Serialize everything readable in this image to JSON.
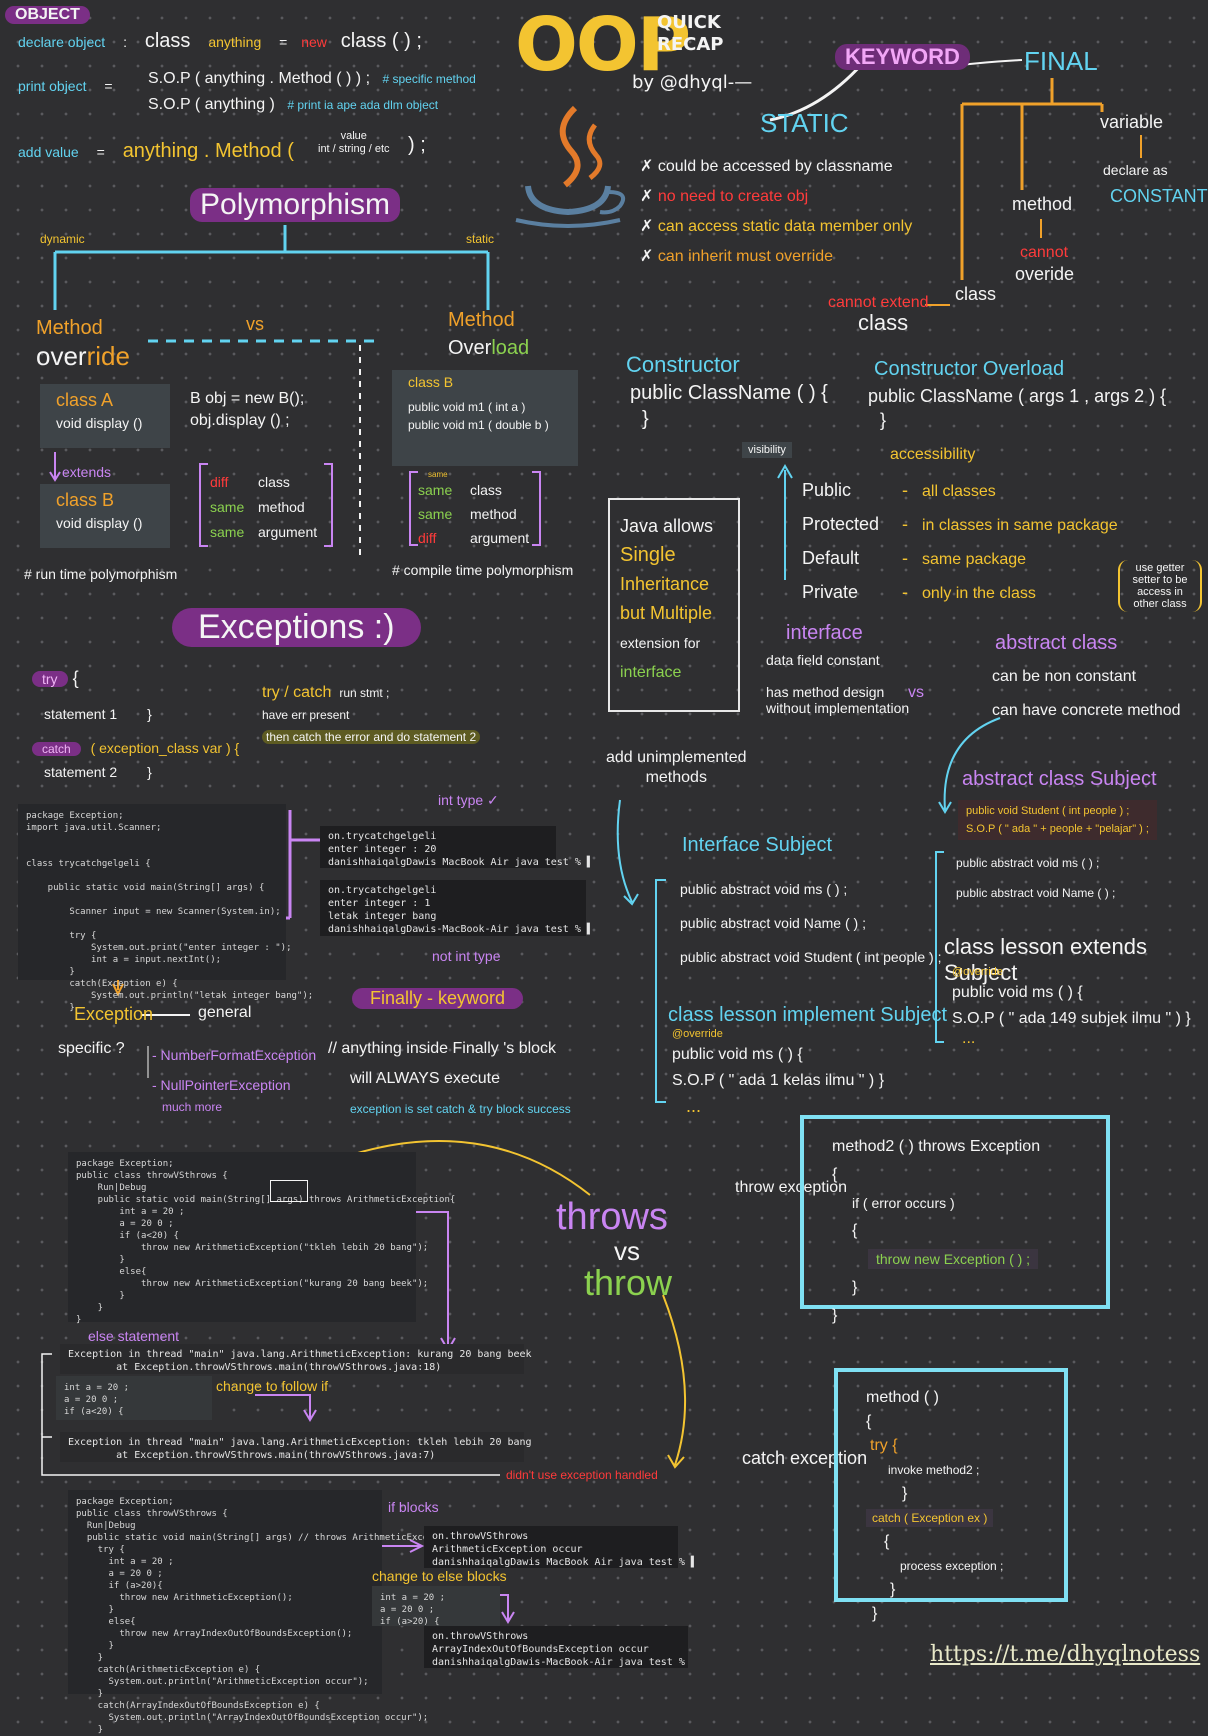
{
  "header": {
    "title": "OOP",
    "subtitle_line1": "QUICK",
    "subtitle_line2": "RECAP",
    "byline": "by @dhyql-—"
  },
  "object_section": {
    "badge": "OBJECT",
    "rows": [
      {
        "label": "declare object",
        "sep": ":",
        "parts": [
          "class",
          "anything",
          "=",
          "new",
          "class ( ) ;"
        ]
      },
      {
        "label": "print object",
        "sep": "=",
        "line1": "S.O.P ( anything . Method ( ) ) ;",
        "note1": "# specific method",
        "line2": "S.O.P ( anything )",
        "note2": "# print ia ape ada dlm object"
      },
      {
        "label": "add value",
        "sep": "=",
        "line": "anything . Method (",
        "value_top": "value",
        "value_bottom": "int / string / etc",
        "end": ") ;"
      }
    ]
  },
  "keyword": {
    "badge": "KEYWORD",
    "final": "FINAL",
    "static": "STATIC",
    "static_points": [
      "could be accessed by classname",
      "no need to create obj",
      "can access static data member only",
      "can inherit must override"
    ],
    "variable": "variable",
    "declare_as": "declare as",
    "constant": "CONSTANT",
    "method": "method",
    "cannot": "cannot",
    "override": "overide",
    "class": "class",
    "cannot_extend": "cannot extend",
    "class2": "class"
  },
  "polymorphism": {
    "title": "Polymorphism",
    "dynamic": "dynamic",
    "static": "static",
    "vs": "vs",
    "override_title": "Method",
    "override_word1": "over",
    "override_word2": "ride",
    "overload_title": "Method",
    "overload_word1": "Over",
    "overload_word2": "load",
    "class_a": "class A",
    "class_a_method": "void display ()",
    "extends": "extends",
    "class_b": "class B",
    "class_b_method": "void display ()",
    "obj_line1": "B obj = new B();",
    "obj_line2": "obj.display () ;",
    "diff_rows": [
      {
        "kind": "diff",
        "text": "class"
      },
      {
        "kind": "same",
        "text": "method"
      },
      {
        "kind": "same",
        "text": "argument"
      }
    ],
    "overload_class": "class B",
    "overload_m1": "public void m1 ( int a )",
    "overload_m2": "public void m1 ( double b )",
    "overload_rows": [
      {
        "kind": "same",
        "text": "class"
      },
      {
        "kind": "same",
        "text": "method"
      },
      {
        "kind": "diff",
        "text": "argument"
      }
    ],
    "same_small": "same",
    "runtime_note": "# run time polymorphism",
    "compile_note": "# compile time polymorphism"
  },
  "constructor": {
    "title": "Constructor",
    "line": "public ClassName ( ) {",
    "close": "}",
    "overload_title": "Constructor Overload",
    "overload_line": "public ClassName ( args 1 , args 2 ) {",
    "overload_close": "}"
  },
  "access": {
    "visibility": "visibility",
    "accessibility": "accessibility",
    "rows": [
      {
        "name": "Public",
        "desc": "all classes"
      },
      {
        "name": "Protected",
        "desc": "in classes in same package"
      },
      {
        "name": "Default",
        "desc": "same package"
      },
      {
        "name": "Private",
        "desc": "only in the class"
      }
    ],
    "private_note": "use getter setter to be access in other class"
  },
  "inherit_box": {
    "l1": "Java allows",
    "l2": "Single",
    "l3": "Inheritance",
    "l4": "but Multiple",
    "l5": "extension for",
    "l6": "interface"
  },
  "interface_cmp": {
    "interface": "interface",
    "i1": "data field constant",
    "i2": "has method design",
    "i3": "without implementation",
    "vs": "vs",
    "abstract": "abstract class",
    "a1": "can be non constant",
    "a2": "can have concrete method",
    "add_unimpl": "add unimplemented",
    "add_unimpl2": "methods"
  },
  "interface_code": {
    "title": "Interface Subject",
    "l1": "public abstract void ms ( ) ;",
    "l2": "public abstract void Name ( ) ;",
    "l3": "public abstract void Student ( int people ) ;",
    "impl": "class lesson implement Subject",
    "override": "@override",
    "impl_l1": "public void ms ( ) {",
    "impl_l2": "S.O.P ( \" ada 1 kelas ilmu \" ) }",
    "dots": "..."
  },
  "abstract_code": {
    "title": "abstract class Subject",
    "l1": "public void Student ( int people ) ;",
    "l2": "S.O.P ( \" ada \" + people + \"pelajar\" ) ;",
    "l3": "public abstract void ms ( ) ;",
    "l4": "public abstract void Name ( ) ;",
    "ext": "class lesson extends Subject",
    "override": "@override",
    "ext_l1": "public void ms ( ) {",
    "ext_l2": "S.O.P ( \" ada 149 subjek ilmu \" ) }",
    "dots": "..."
  },
  "exceptions": {
    "title": "Exceptions :)",
    "try": "try",
    "try_brace": "{",
    "stmt1": "statement 1",
    "stmt1_close": "}",
    "catch": "catch",
    "catch_args": "( exception_class var ) {",
    "stmt2": "statement 2",
    "stmt2_close": "}",
    "trycatch": "try / catch",
    "tc1": "run stmt ;",
    "tc2": "have err present",
    "tc3": "then catch the error and do statement 2",
    "int_type": "int type ✓",
    "not_int": "not int type",
    "exception": "Exception",
    "general": "general",
    "specific": "specific ?",
    "spec1": "- NumberFormatException",
    "spec2": "- NullPointerException",
    "much_more": "much more",
    "finally_title": "Finally - keyword",
    "f1": "// anything inside Finally 's block",
    "f2": "will ALWAYS execute",
    "f3": "exception is set catch & try block success"
  },
  "terminals": {
    "t1": "on.trycatchgelgeli\nenter integer : 20\ndanishhaiqalgDawis MacBook Air java test % ▌",
    "t2": "on.trycatchgelgeli\nenter integer : 1\nletak integer bang\ndanishhaiqalgDawis-MacBook-Air java test % ▌",
    "t3": "on.throwVSthrows\nArithmeticException occur\ndanishhaiqalgDawis MacBook Air java test % ▌",
    "t4": "on.throwVSthrows\nArrayIndexOutOfBoundsException occur\ndanishhaiqalgDawis-MacBook-Air java test %",
    "exc1": "Exception in thread \"main\" java.lang.ArithmeticException: kurang 20 bang beek\n        at Exception.throwVSthrows.main(throwVSthrows.java:18)",
    "exc2": "Exception in thread \"main\" java.lang.ArithmeticException: tkleh lebih 20 bang\n        at Exception.throwVSthrows.main(throwVSthrows.java:7)"
  },
  "code_blocks": {
    "c1": "package Exception;\nimport java.util.Scanner;\n\n\nclass trycatchgelgeli {\n\n    public static void main(String[] args) {\n\n        Scanner input = new Scanner(System.in);\n\n        try {\n            System.out.print(\"enter integer : \");\n            int a = input.nextInt();\n        }\n        catch(Exception e) {\n            System.out.println(\"letak integer bang\");\n        }",
    "c2": "package Exception;\npublic class throwVSthrows {\n    Run|Debug\n    public static void main(String[] args) throws ArithmeticException{\n        int a = 20 ;\n        a = 20 0 ;\n        if (a<20) {\n            throw new ArithmeticException(\"tkleh lebih 20 bang\");\n        }\n        else{\n            throw new ArithmeticException(\"kurang 20 bang beek\");\n        }\n    }\n}",
    "c3": "package Exception;\npublic class throwVSthrows {\n  Run|Debug\n  public static void main(String[] args) // throws ArithmeticExcepti\n    try {\n      int a = 20 ;\n      a = 20 0 ;\n      if (a>20){\n        throw new ArithmeticException();\n      }\n      else{\n        throw new ArrayIndexOutOfBoundsException();\n      }\n    }\n    catch(ArithmeticException e) {\n      System.out.println(\"ArithmeticException occur\");\n    }\n    catch(ArrayIndexOutOfBoundsException e) {\n      System.out.println(\"ArrayIndexOutOfBoundsException occur\");\n    }",
    "snip1": "int a = 20 ;\na = 20 0 ;\nif (a<20) {",
    "snip2": "int a = 20 ;\na = 20 0 ;\nif (a>20) {"
  },
  "throws_section": {
    "throws": "throws",
    "vs": "vs",
    "throw": "throw",
    "else_statement": "else statement",
    "change_if": "change to follow if",
    "didnt_use": "didn't use exception handled",
    "if_blocks": "if blocks",
    "change_else": "change to else blocks",
    "throw_exception": "throw exception",
    "catch_exception": "catch exception",
    "box1": {
      "l1": "method2 ( ) throws Exception",
      "l2": "{",
      "l3": "if ( error occurs )",
      "l4": "{",
      "l5": "throw new Exception ( ) ;",
      "l6": "}",
      "l7": "}"
    },
    "box2": {
      "l1": "method ( )",
      "l2": "{",
      "l3": "try {",
      "l4": "invoke method2 ;",
      "l5": "}",
      "l6": "catch ( Exception ex )",
      "l7": "{",
      "l8": "process exception ;",
      "l9": "}",
      "l10": "}"
    }
  },
  "footer": {
    "link": "https://t.me/dhyqlnotess"
  },
  "colors": {
    "background": "#2f2f31",
    "blue": "#62d3f0",
    "yellow": "#f3c431",
    "purple": "#c985f2",
    "red": "#ff3b3b",
    "green": "#8bd14f",
    "orange": "#f0a12a"
  }
}
